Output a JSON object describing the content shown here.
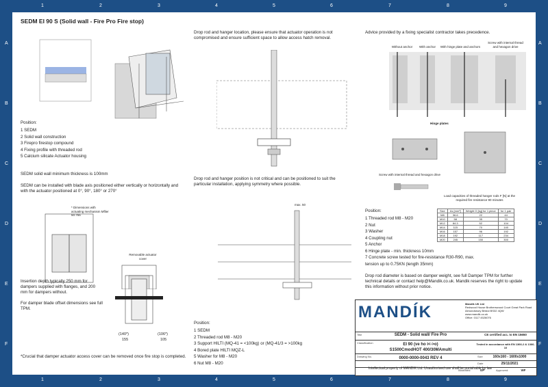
{
  "columns": [
    "1",
    "2",
    "3",
    "4",
    "5",
    "6",
    "7",
    "8",
    "9"
  ],
  "rows": [
    "A",
    "B",
    "C",
    "D",
    "E",
    "F"
  ],
  "title": "SEDM EI 90 S (Solid wall - Fire Pro Fire stop)",
  "position_label": "Position:",
  "left_positions": [
    "1  SEDM",
    "2  Solid wall construction",
    "3  Firepro firestop compound",
    "4  Fixing profile with threaded rod",
    "5  Calcium silicate Actuator housing"
  ],
  "min_thickness": "SEDM solid wall minimum thickness is 100mm",
  "installed_note": "SEDM can be installed with blade axis positioned either vertically or horizontally and with the actuator positioned at 0°, 90°, 180° or 270°",
  "dimensions_note": "* Dimensions with actuating mechanism Mflier 50.755",
  "removable_cover": "Removable actuator cover",
  "insertion_note": "Insertion depth typically 250 mm for dampers supplied with flanges, and 200 mm for dampers without.",
  "blade_offset_note": "For damper blade offset dimensions see full TPM.",
  "crucial_note": "*Crucial that damper actuator access cover can be removed once fire stop is completed.",
  "dims": {
    "d140": "(140*)",
    "d155": "155",
    "d106": "(106*)",
    "d105": "105"
  },
  "drop_rod_note1": "Drop rod and hanger location, please ensure that actuator operation is not compromised and ensure sufficient space to allow access hatch removal.",
  "drop_rod_note2": "Drop rod and hanger position is not critical and can be positioned to suit the particular installation, applying symmetry where possible.",
  "max50": "max. 50",
  "mid_positions": [
    "1  SEDM",
    "2  Threaded rod M8 - M20",
    "3  Support HILTI (MQ-41 = <100kg) or (MQ-41/3 = >100kg",
    "4  Bored plate HILTI MQZ-L",
    "5  Washer for M8 - M20",
    "6  Nut M8 - M20"
  ],
  "advice": "Advice provided by a fixing specialist contractor takes precedence.",
  "anchor_labels": [
    "Without anchor",
    "With anchor",
    "With hinge plate and anchors",
    "Screw with internal thread and hexagon drive"
  ],
  "hinge_plates": "Hinge plates",
  "screw_label": "Screw with internal thread and hexagon drive",
  "load_caption": "Load capacities of threaded hanger rods F [N] at the required fire resistance 90 minutes",
  "table": {
    "headers": [
      "Size",
      "As [mm²]",
      "Weight G [kg] for 1 piece",
      "for 1 pair"
    ],
    "rows": [
      [
        "M8",
        "36.6",
        "22",
        "44"
      ],
      [
        "M10",
        "58",
        "35",
        "70"
      ],
      [
        "M12",
        "84.3",
        "52",
        "104"
      ],
      [
        "M14",
        "115",
        "70",
        "140"
      ],
      [
        "M16",
        "157",
        "96",
        "192"
      ],
      [
        "M18",
        "192",
        "117",
        "234"
      ],
      [
        "M20",
        "245",
        "150",
        "300"
      ]
    ]
  },
  "right_positions": [
    "1  Threaded rod M8 - M20",
    "2  Nut",
    "3  Washer",
    "4  Coupling nut",
    "5  Anchor",
    "6  Hinge plate - min. thickness 10mm",
    "7  Concrete screw tested for fire-resistance R30-R90, max. tension up to 0.75KN (length 35mm)"
  ],
  "weight_note": "Drop rod diameter is based on damper weight, see full Damper TPM for further technical details or contact help@Mandik.co.uk. Mandik reserves the right to update this information without prior notice.",
  "titleblock": {
    "logo": "MANDÍK",
    "company": "Mandik UK Ltd",
    "address": "Redwood House Brotherswood Court Great Park Road Almondsbury Bristol BS32 4QW",
    "web": "www.mandik.co.uk",
    "office": "Office: 0117 4526076",
    "ce": "CE certified acc. to EN 15650",
    "title_label": "Title",
    "title": "SEDM - Solid wall/ Fire Pro",
    "class_label": "Classification",
    "class1": "EI 90 (ve ho i<->o)",
    "class2": "S1500CmodHOT 400/30MAmulti",
    "tested": "Tested in accordance with EN 1366-2 & 1366-10",
    "size_label": "Size",
    "size": "160x160 - 1600x1000",
    "date_label": "Date",
    "date": "25/11/2021",
    "drawing_label": "Drawing No.",
    "drawing": "0000-0000-0043 REV 4",
    "illustrated_label": "Illustrated:",
    "illustrated": "GP",
    "approved_label": "Approved:",
    "approved": "WF",
    "ip": "Intellectual property of MANDIK Ltd. Unauthorised use shall be punishable by law"
  }
}
